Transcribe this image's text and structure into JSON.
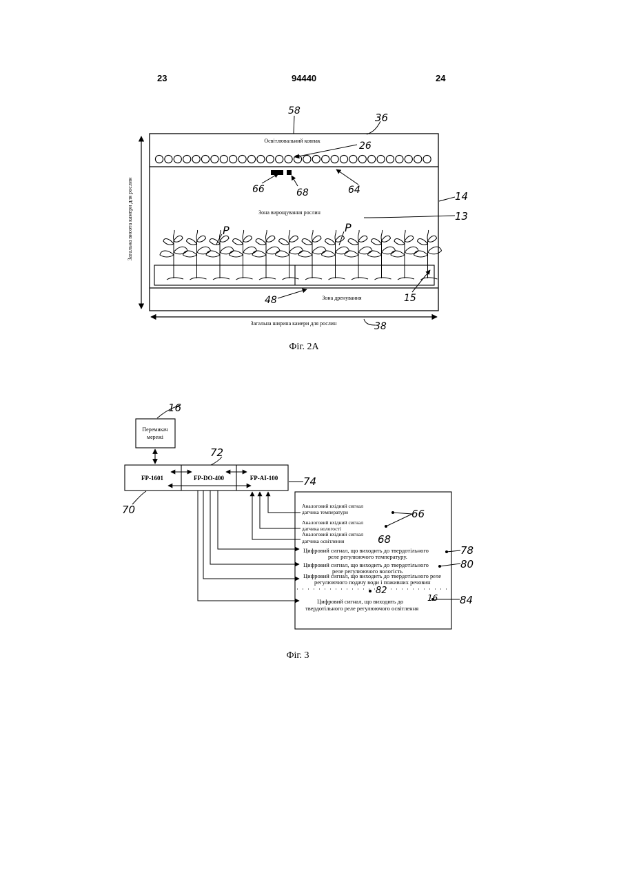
{
  "header": {
    "left_page": "23",
    "patent_number": "94440",
    "right_page": "24"
  },
  "fig2a": {
    "caption": "Фіг. 2А",
    "light_cap_label": "Освітлювальний ковпак",
    "growing_zone_label": "Зона вирощування рослин",
    "drainage_zone_label": "Зона дренування",
    "total_width_label": "Загальна ширина камери для рослин",
    "total_height_label": "Загальна висота камери для рослин",
    "refs": {
      "r58": "58",
      "r36": "36",
      "r26": "26",
      "r64": "64",
      "r66": "66",
      "r68": "68",
      "r14": "14",
      "r13": "13",
      "p1": "P",
      "p2": "P",
      "r48": "48",
      "r15": "15",
      "r38": "38"
    }
  },
  "fig3": {
    "caption": "Фіг. 3",
    "switch_label_line1": "Перемикач",
    "switch_label_line2": "мережі",
    "module1": "FP-1601",
    "module2": "FP-DO-400",
    "module3": "FP-AI-100",
    "signals": {
      "temp_in_1": "Аналоговий вхідний сигнал",
      "temp_in_2": "датчика температури",
      "hum_in_1": "Аналоговий вхідний сигнал",
      "hum_in_2": "датчика вологості",
      "light_in_1": "Аналоговий вхідний сигнал",
      "light_in_2": "датчика освітлення",
      "temp_out_1": "Цифровий сигнал, що виходить до твердотільного",
      "temp_out_2": "реле регулюючого температуру.",
      "hum_out_1": "Цифровий сигнал, що виходить до твердотільного",
      "hum_out_2": "реле регулюючого вологість",
      "water_out_1": "Цифровий сигнал, що виходить до твердотільного реле",
      "water_out_2": "регулюючого подачу води і поживних речовин",
      "light_out_1": "Цифровий сигнал, що виходить до",
      "light_out_2": "твердотільного реле регулюючого освітлення"
    },
    "refs": {
      "r16": "16",
      "r72": "72",
      "r74": "74",
      "r70": "70",
      "r66": "66",
      "r68": "68",
      "r78": "78",
      "r80": "80",
      "r82": "82",
      "r84": "84",
      "r16b": "16"
    }
  }
}
